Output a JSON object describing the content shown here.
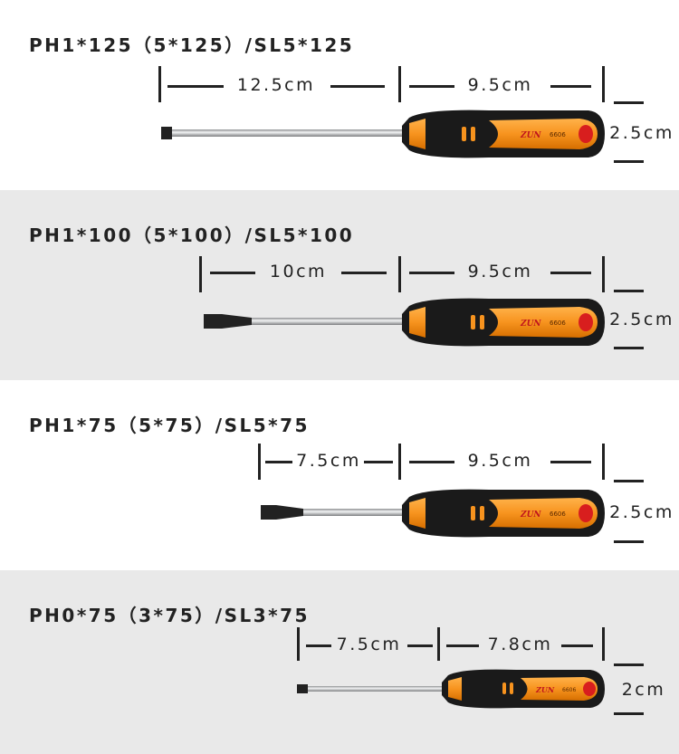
{
  "products": [
    {
      "title": "PH1*125（5*125）/SL5*125",
      "shaft_length": "12.5cm",
      "handle_length": "9.5cm",
      "handle_diameter": "2.5cm",
      "handle_label": "6606"
    },
    {
      "title": "PH1*100（5*100）/SL5*100",
      "shaft_length": "10cm",
      "handle_length": "9.5cm",
      "handle_diameter": "2.5cm",
      "handle_label": "6606"
    },
    {
      "title": "PH1*75（5*75）/SL5*75",
      "shaft_length": "7.5cm",
      "handle_length": "9.5cm",
      "handle_diameter": "2.5cm",
      "handle_label": "6606"
    },
    {
      "title": "PH0*75（3*75）/SL3*75",
      "shaft_length": "7.5cm",
      "handle_length": "7.8cm",
      "handle_diameter": "2cm",
      "handle_label": "6606"
    }
  ],
  "colors": {
    "handle_orange": "#f7931e",
    "handle_black": "#1a1a1a",
    "shaft_steel": "#c9cbcd",
    "accent_red": "#d81e1e"
  }
}
